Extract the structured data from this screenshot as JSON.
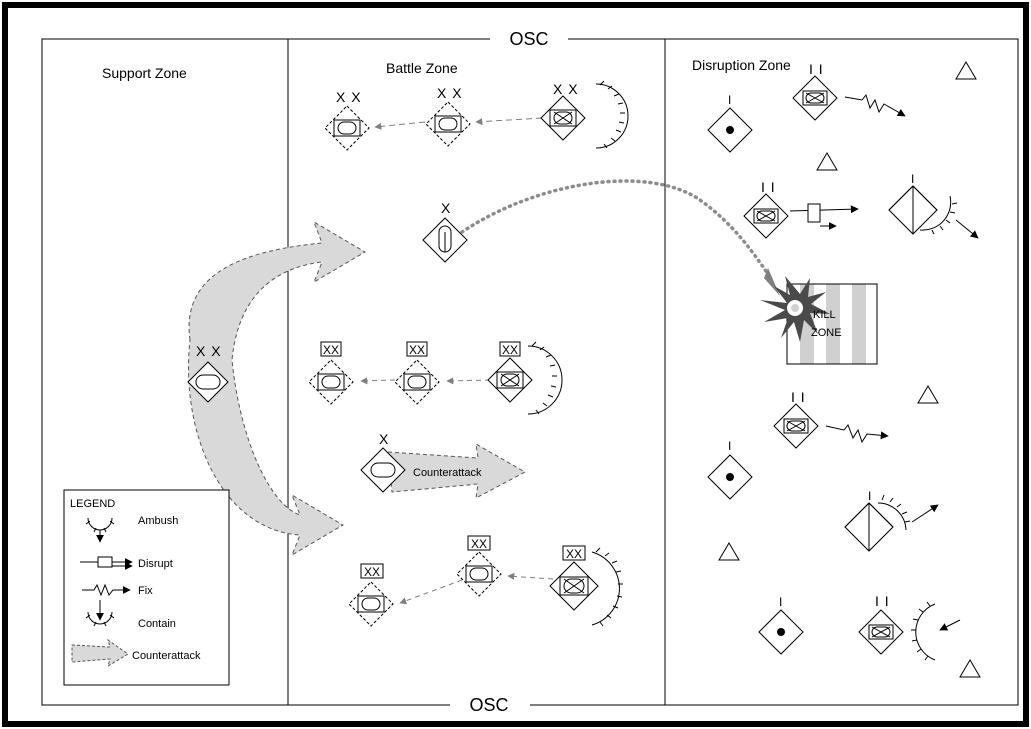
{
  "zones": {
    "support": "Support Zone",
    "battle": "Battle Zone",
    "disruption": "Disruption Zone"
  },
  "osc_top": "OSC",
  "osc_bottom": "OSC",
  "kill_zone": {
    "line1": "KILL",
    "line2": "ZONE"
  },
  "counterattack_arrow_label": "Counterattack",
  "echelons": {
    "division": "XX",
    "division_spaced": "X X",
    "brigade": "X",
    "battalion": "I I",
    "company": "I"
  },
  "legend": {
    "title": "LEGEND",
    "items": [
      {
        "label": "Ambush",
        "icon": "ambush-icon"
      },
      {
        "label": "Disrupt",
        "icon": "disrupt-arrow-icon"
      },
      {
        "label": "Fix",
        "icon": "fix-arrow-icon"
      },
      {
        "label": "Contain",
        "icon": "contain-icon"
      },
      {
        "label": "Counterattack",
        "icon": "counterattack-arrow-icon"
      }
    ]
  },
  "colors": {
    "frame": "#000000",
    "counterattack_fill": "#d9d9d9",
    "dotted_path": "#808080",
    "dashed_arrow": "#808080",
    "kill_zone_stripe": "#d0d0d0"
  }
}
